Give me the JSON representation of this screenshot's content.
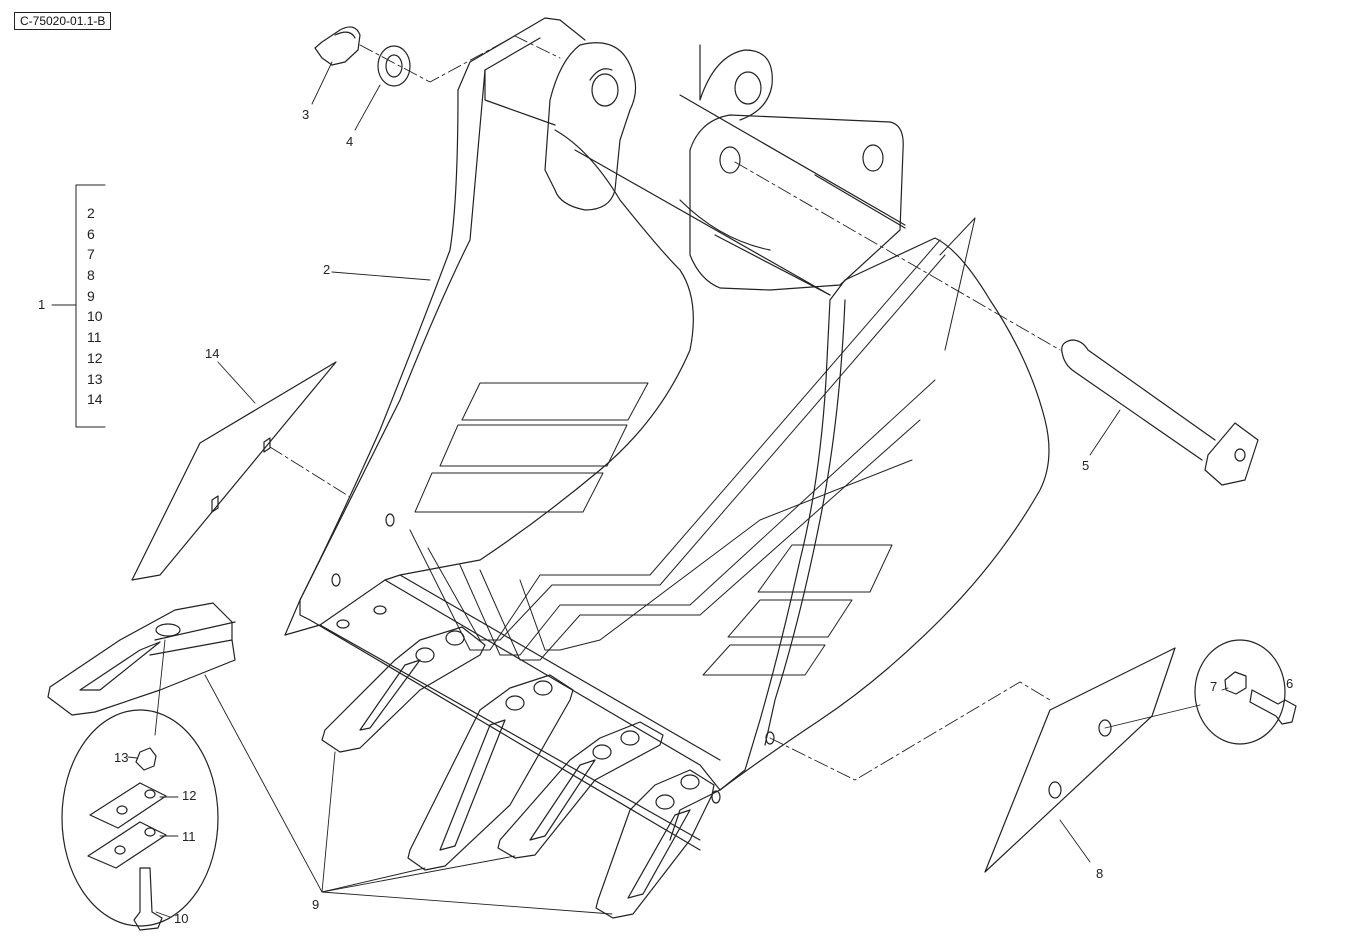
{
  "reference_code": "C-75020-01.1-B",
  "assembly": {
    "number": "1",
    "parts": [
      "2",
      "6",
      "7",
      "8",
      "9",
      "10",
      "11",
      "12",
      "13",
      "14"
    ]
  },
  "callouts": {
    "c2": "2",
    "c3": "3",
    "c4": "4",
    "c5": "5",
    "c6": "6",
    "c7": "7",
    "c8": "8",
    "c9": "9",
    "c10": "10",
    "c11": "11",
    "c12": "12",
    "c13": "13",
    "c14": "14"
  },
  "colors": {
    "line": "#222222",
    "background": "#ffffff"
  }
}
